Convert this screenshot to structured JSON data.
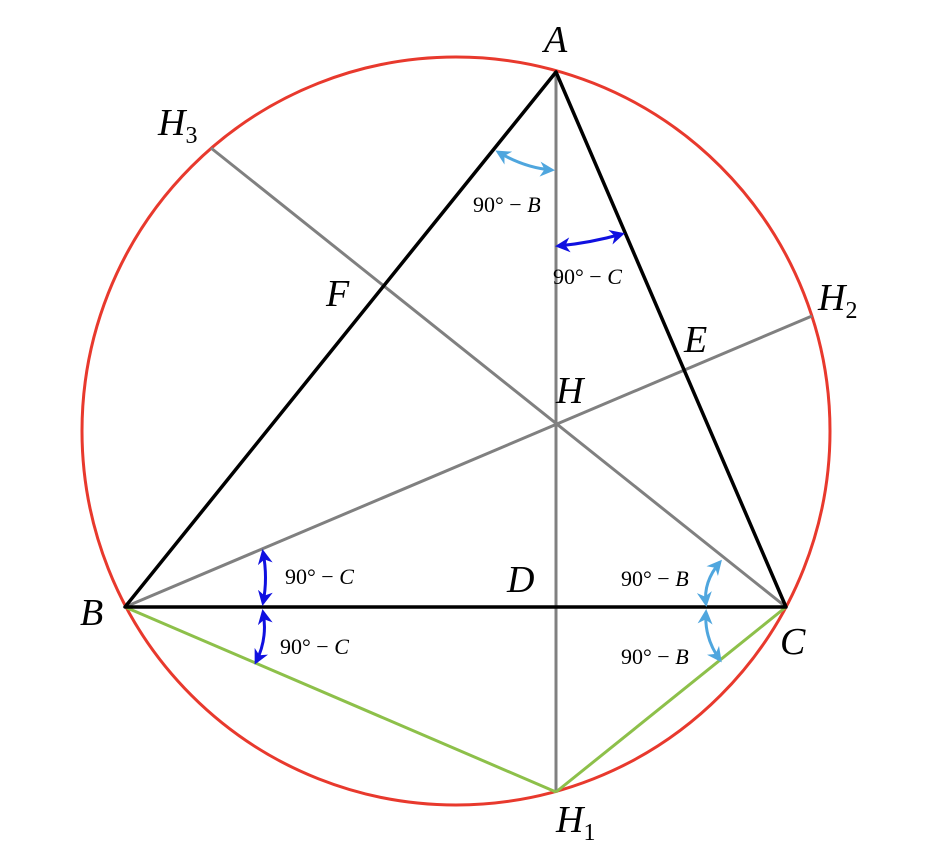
{
  "colors": {
    "circle": "#e8392d",
    "triangle": "#000000",
    "altitudes": "#808080",
    "reflection_lines": "#8dc04a",
    "arrow_dark": "#1010e0",
    "arrow_light": "#4fa6de"
  },
  "points": {
    "A": "A",
    "B": "B",
    "C": "C",
    "D": "D",
    "E": "E",
    "F": "F",
    "H": "H",
    "H1": {
      "main": "H",
      "sub": "1"
    },
    "H2": {
      "main": "H",
      "sub": "2"
    },
    "H3": {
      "main": "H",
      "sub": "3"
    }
  },
  "angles": {
    "a1": {
      "prefix": "90° − ",
      "var": "B"
    },
    "a2": {
      "prefix": "90° − ",
      "var": "C"
    },
    "b1": {
      "prefix": "90° − ",
      "var": "C"
    },
    "b2": {
      "prefix": "90° − ",
      "var": "C"
    },
    "c1": {
      "prefix": "90° − ",
      "var": "B"
    },
    "c2": {
      "prefix": "90° − ",
      "var": "B"
    }
  }
}
